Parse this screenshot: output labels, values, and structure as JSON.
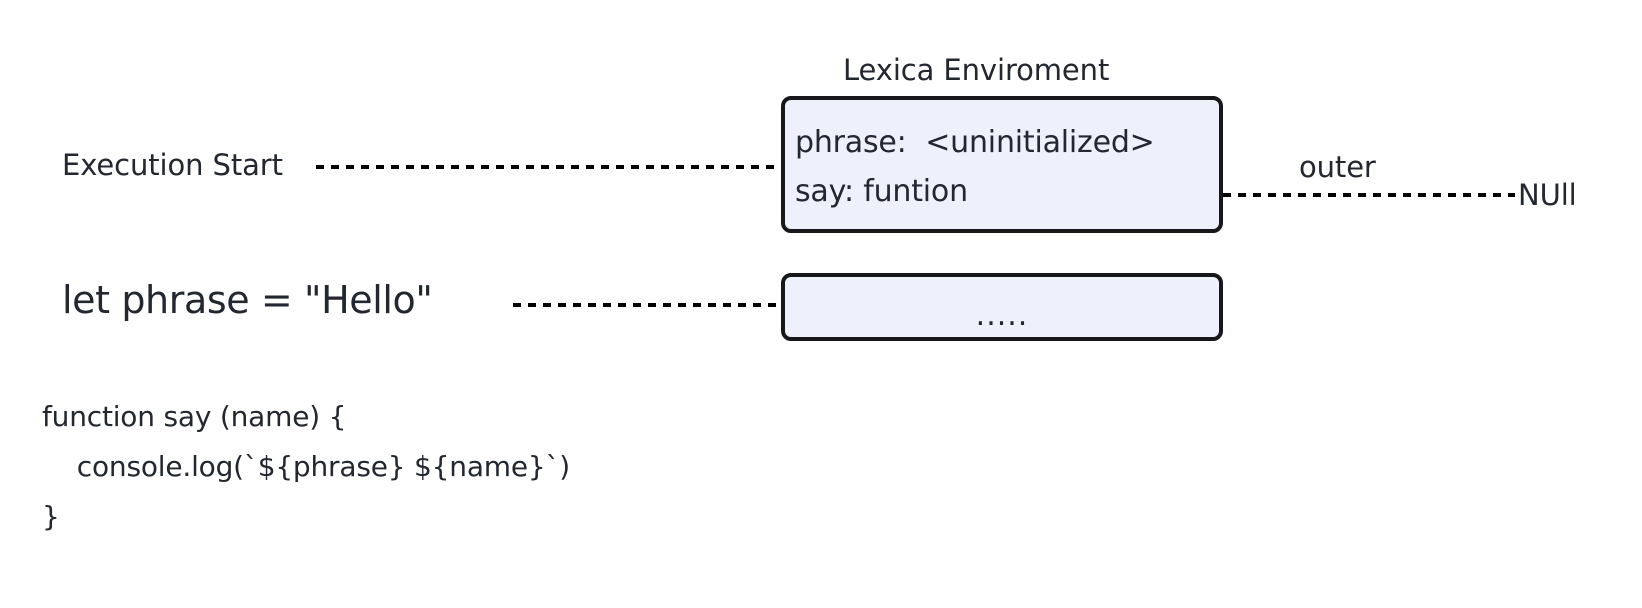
{
  "diagram": {
    "background_color": "#ffffff",
    "text_color": "#232730",
    "box_fill_color": "#eef1fb",
    "box_border_color": "#18181b",
    "connector_color": "#000000",
    "labels": {
      "execution_start": "Execution Start",
      "let_phrase": "let phrase = \"Hello\"",
      "environment_title": "Lexica Enviroment",
      "outer": "outer",
      "outer_target": "NUll"
    },
    "environment_box": {
      "rows": [
        "phrase:  <uninitialized>",
        "say: funtion"
      ]
    },
    "second_box": {
      "content": "....."
    },
    "code": "function say (name) {\n    console.log(`${phrase} ${name}`)\n}"
  }
}
